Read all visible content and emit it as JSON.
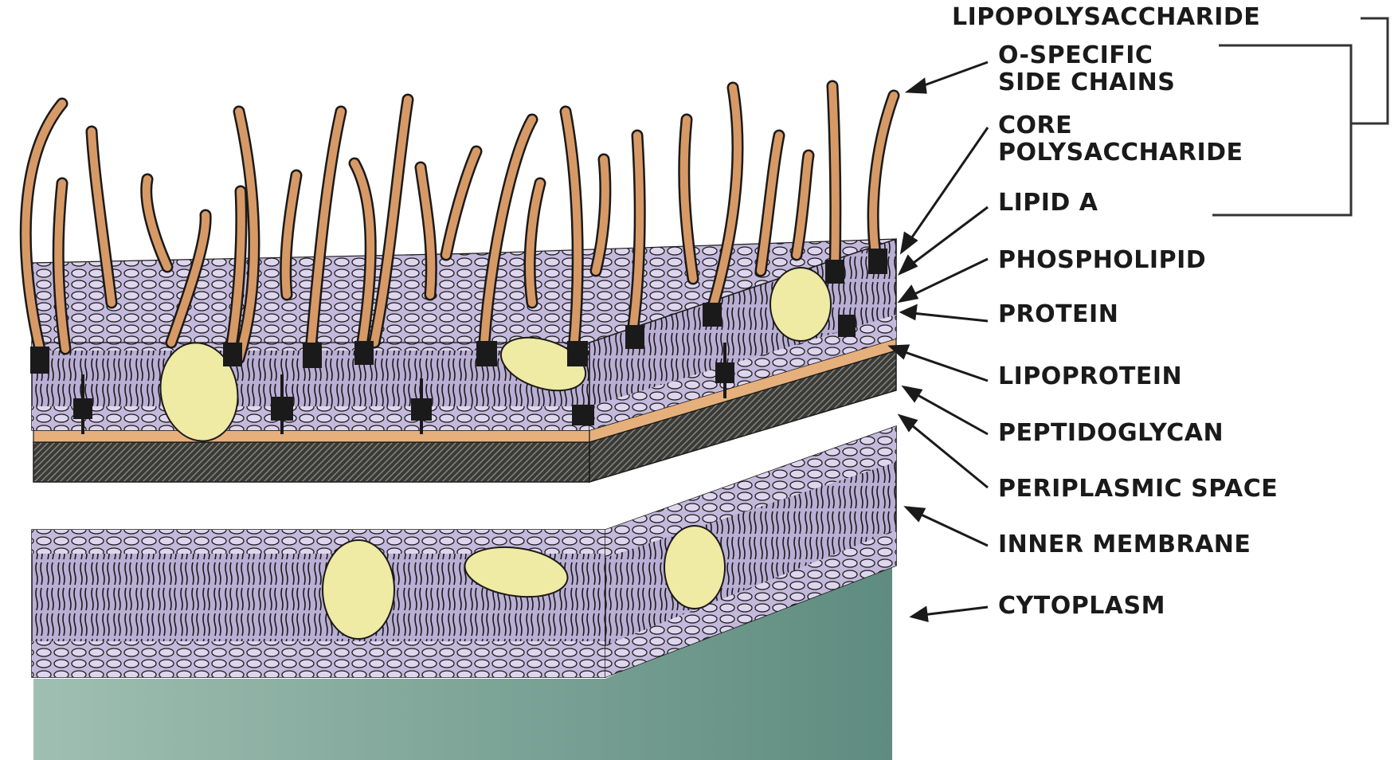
{
  "labels": {
    "lipopolysaccharide": "LIPOPOLYSACCHARIDE",
    "o_specific_line1": "O-SPECIFIC",
    "o_specific_line2": "SIDE CHAINS",
    "core_line1": "CORE",
    "core_line2": "POLYSACCHARIDE",
    "lipid_a": "LIPID A",
    "phospholipid": "PHOSPHOLIPID",
    "protein": "PROTEIN",
    "lipoprotein": "LIPOPROTEIN",
    "peptidoglycan": "PEPTIDOGLYCAN",
    "periplasmic_space": "PERIPLASMIC SPACE",
    "inner_membrane": "INNER MEMBRANE",
    "cytoplasm": "CYTOPLASM"
  },
  "colors": {
    "membrane": "#b7abd2",
    "membrane_dark": "#8d7fb3",
    "side_chain": "#d79a66",
    "lipoprotein": "#e6b07c",
    "peptidoglycan": "#333333",
    "protein": "#efeaa4",
    "cytoplasm": "#6f9a8e",
    "outline": "#1a1a1a"
  }
}
